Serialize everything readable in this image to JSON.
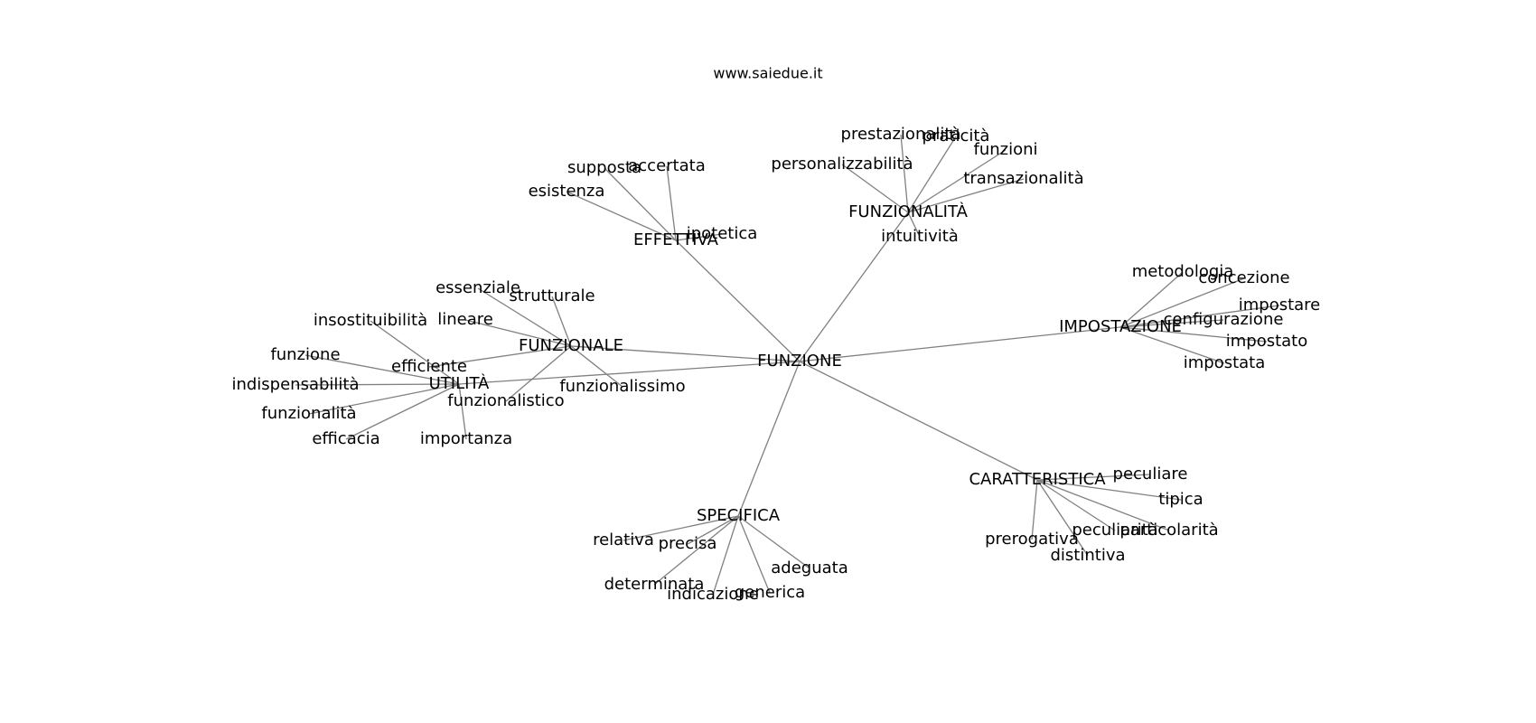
{
  "site_title": "www.saiedue.it",
  "colors": {
    "edge": "#808080",
    "text": "#000000",
    "background": "#ffffff"
  },
  "graph": {
    "root": "FUNZIONE",
    "nodes": [
      {
        "id": "FUNZIONE",
        "label": "FUNZIONE"
      },
      {
        "id": "FUNZIONALE",
        "label": "FUNZIONALE"
      },
      {
        "id": "UTILITA",
        "label": "UTILITÀ"
      },
      {
        "id": "EFFETTIVA",
        "label": "EFFETTIVA"
      },
      {
        "id": "FUNZIONALITA",
        "label": "FUNZIONALITÀ"
      },
      {
        "id": "IMPOSTAZIONE",
        "label": "IMPOSTAZIONE"
      },
      {
        "id": "CARATTERISTICA",
        "label": "CARATTERISTICA"
      },
      {
        "id": "SPECIFICA",
        "label": "SPECIFICA"
      },
      {
        "id": "essenziale",
        "label": "essenziale"
      },
      {
        "id": "strutturale",
        "label": "strutturale"
      },
      {
        "id": "lineare",
        "label": "lineare"
      },
      {
        "id": "funzionalissimo",
        "label": "funzionalissimo"
      },
      {
        "id": "funzionalistico",
        "label": "funzionalistico"
      },
      {
        "id": "insostituibilita",
        "label": "insostituibilità"
      },
      {
        "id": "funzione",
        "label": "funzione"
      },
      {
        "id": "efficiente",
        "label": "efficiente"
      },
      {
        "id": "indispensabilita",
        "label": "indispensabilità"
      },
      {
        "id": "funzionalita_l",
        "label": "funzionalità"
      },
      {
        "id": "efficacia",
        "label": "efficacia"
      },
      {
        "id": "importanza",
        "label": "importanza"
      },
      {
        "id": "supposta",
        "label": "supposta"
      },
      {
        "id": "accertata",
        "label": "accertata"
      },
      {
        "id": "esistenza",
        "label": "esistenza"
      },
      {
        "id": "ipotetica",
        "label": "ipotetica"
      },
      {
        "id": "prestazionalita",
        "label": "prestazionalità"
      },
      {
        "id": "praticita",
        "label": "praticità"
      },
      {
        "id": "funzioni",
        "label": "funzioni"
      },
      {
        "id": "personalizzabilita",
        "label": "personalizzabilità"
      },
      {
        "id": "transazionalita",
        "label": "transazionalità"
      },
      {
        "id": "intuitivita",
        "label": "intuitività"
      },
      {
        "id": "metodologia",
        "label": "metodologia"
      },
      {
        "id": "concezione",
        "label": "concezione"
      },
      {
        "id": "impostare",
        "label": "impostare"
      },
      {
        "id": "configurazione",
        "label": "configurazione"
      },
      {
        "id": "impostato",
        "label": "impostato"
      },
      {
        "id": "impostata",
        "label": "impostata"
      },
      {
        "id": "peculiare",
        "label": "peculiare"
      },
      {
        "id": "tipica",
        "label": "tipica"
      },
      {
        "id": "prerogativa",
        "label": "prerogativa"
      },
      {
        "id": "peculiarita",
        "label": "peculiarità"
      },
      {
        "id": "particolarita",
        "label": "particolarità"
      },
      {
        "id": "distintiva",
        "label": "distintiva"
      },
      {
        "id": "relativa",
        "label": "relativa"
      },
      {
        "id": "precisa",
        "label": "precisa"
      },
      {
        "id": "determinata",
        "label": "determinata"
      },
      {
        "id": "indicazione",
        "label": "indicazione"
      },
      {
        "id": "generica",
        "label": "generica"
      },
      {
        "id": "adeguata",
        "label": "adeguata"
      }
    ],
    "edges": [
      [
        "FUNZIONE",
        "FUNZIONALE"
      ],
      [
        "FUNZIONE",
        "UTILITA"
      ],
      [
        "FUNZIONE",
        "EFFETTIVA"
      ],
      [
        "FUNZIONE",
        "FUNZIONALITA"
      ],
      [
        "FUNZIONE",
        "IMPOSTAZIONE"
      ],
      [
        "FUNZIONE",
        "CARATTERISTICA"
      ],
      [
        "FUNZIONE",
        "SPECIFICA"
      ],
      [
        "FUNZIONALE",
        "essenziale"
      ],
      [
        "FUNZIONALE",
        "strutturale"
      ],
      [
        "FUNZIONALE",
        "lineare"
      ],
      [
        "FUNZIONALE",
        "funzionalissimo"
      ],
      [
        "FUNZIONALE",
        "funzionalistico"
      ],
      [
        "FUNZIONALE",
        "efficiente"
      ],
      [
        "UTILITA",
        "insostituibilita"
      ],
      [
        "UTILITA",
        "funzione"
      ],
      [
        "UTILITA",
        "indispensabilita"
      ],
      [
        "UTILITA",
        "funzionalita_l"
      ],
      [
        "UTILITA",
        "efficacia"
      ],
      [
        "UTILITA",
        "importanza"
      ],
      [
        "EFFETTIVA",
        "supposta"
      ],
      [
        "EFFETTIVA",
        "accertata"
      ],
      [
        "EFFETTIVA",
        "esistenza"
      ],
      [
        "EFFETTIVA",
        "ipotetica"
      ],
      [
        "FUNZIONALITA",
        "prestazionalita"
      ],
      [
        "FUNZIONALITA",
        "praticita"
      ],
      [
        "FUNZIONALITA",
        "funzioni"
      ],
      [
        "FUNZIONALITA",
        "personalizzabilita"
      ],
      [
        "FUNZIONALITA",
        "transazionalita"
      ],
      [
        "FUNZIONALITA",
        "intuitivita"
      ],
      [
        "IMPOSTAZIONE",
        "metodologia"
      ],
      [
        "IMPOSTAZIONE",
        "concezione"
      ],
      [
        "IMPOSTAZIONE",
        "impostare"
      ],
      [
        "IMPOSTAZIONE",
        "configurazione"
      ],
      [
        "IMPOSTAZIONE",
        "impostato"
      ],
      [
        "IMPOSTAZIONE",
        "impostata"
      ],
      [
        "CARATTERISTICA",
        "peculiare"
      ],
      [
        "CARATTERISTICA",
        "tipica"
      ],
      [
        "CARATTERISTICA",
        "prerogativa"
      ],
      [
        "CARATTERISTICA",
        "peculiarita"
      ],
      [
        "CARATTERISTICA",
        "particolarita"
      ],
      [
        "CARATTERISTICA",
        "distintiva"
      ],
      [
        "SPECIFICA",
        "relativa"
      ],
      [
        "SPECIFICA",
        "precisa"
      ],
      [
        "SPECIFICA",
        "determinata"
      ],
      [
        "SPECIFICA",
        "indicazione"
      ],
      [
        "SPECIFICA",
        "generica"
      ],
      [
        "SPECIFICA",
        "adeguata"
      ]
    ]
  }
}
